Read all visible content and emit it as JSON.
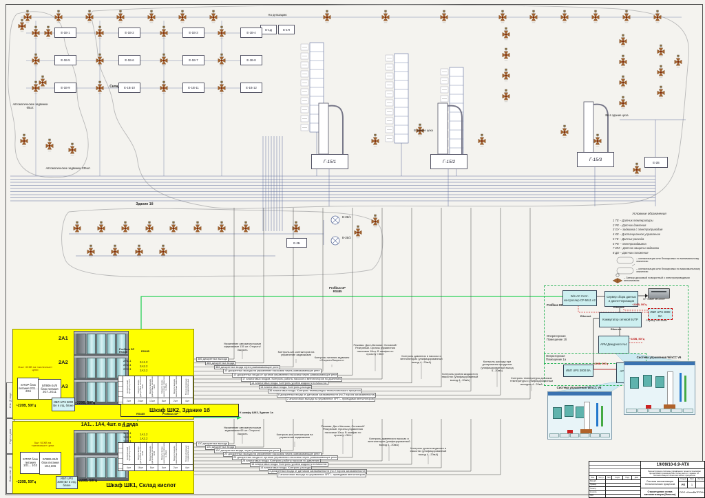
{
  "frame": {
    "stamps": [
      "Инв. № подл.",
      "Подп. и дата",
      "Взам. инв. №"
    ]
  },
  "schematic": {
    "labels": {
      "sklad": "Склад кислот",
      "zdanie1b": "Здание 1б",
      "valves65": "Автоматические задвижки 65шт.",
      "valves135": "Автоматические задвижки 135шт.",
      "degas": "На дегазацию",
      "to_building": "В здание цеха",
      "to_building2": "Вв в здание цеха"
    },
    "tanks": [
      "Г-15/1",
      "Г-15/2",
      "Г-15/3"
    ],
    "vessels": [
      "Е-1Д",
      "Е-1П",
      "Е-2В",
      "Е-2Б"
    ],
    "vessel_grid_prefix": "Е-1В-",
    "pumps": [
      "В-2Б/1",
      "В-2Б/2"
    ],
    "profibus_top": "Profibus DP",
    "rs485_top": "RS485",
    "legend": {
      "title": "Условные обозначения",
      "items": [
        "1 ТЕ – Датчик температуры",
        "2 РЕ – Датчик давления",
        "3 GУ – задвижка с электроприводом",
        "4 КЕ – Дистанционное управление",
        "5 ГЕ – Датчик расхода",
        "6 РЕ – электрозадвижка",
        "7 ИМ – Датчик защиты задвижки",
        "8 ДЕ – Датчик положения"
      ],
      "min_note": "– сигнализация или блокировка по минимальному значению",
      "max_note": "– сигнализация или блокировка по максимальному значению",
      "valve_note": "– Затвор дисковый поворотный с электроприводным механизмом"
    }
  },
  "cabinet2": {
    "racks": [
      "2А1",
      "2А2",
      "2А3"
    ],
    "note": "11шт ЧСКВ на «железные» цепи",
    "psu1": "SITOP блок питания 2G1... 2G6",
    "psu2": "БП906-24/8 блок питания 2G7..2G11",
    "ups": "ИБП UPS 5000 ВА в отд. блоке",
    "power1": "~220В, 50Гц",
    "power2": "~220В, 50Гц",
    "title": "Шкаф ШК2, Здание 1б",
    "bus": {
      "rs485": "RS485",
      "profibus": "Profibus DP",
      "to_shk3": "К шкафу ШК3, Здание 1а"
    },
    "table": {
      "hdr_profibus": "Profibus DP RS485",
      "hdr_rs485": "RS485",
      "links_a": [
        "2А1.1",
        "2А2.1",
        "2А3.1"
      ],
      "links_b": [
        "2А1.2",
        "2А2.2",
        "2А3.2"
      ],
      "columns": [
        "Центральный процессор CPU",
        "Модули ввода дискретных сигналов =24В",
        "Модули вывода дискретных сигналов =24В",
        "Модули ввода аналоговых сигналов 4..20мА",
        "Модули вывода аналоговых сигналов",
        "Блоки клеммные соединительные"
      ],
      "counts": [
        "2шт",
        "24шт",
        "12шт",
        "8шт",
        "2шт",
        "4шт"
      ]
    },
    "signals": [
      "386 дискретных выхода",
      "386 дискретных входа",
      "386 дискретных входа через развязывающие реле",
      "10 дискретных выхода на управление насосами через развязывающие реле",
      "10 дискретных входа от органов управления насосами через развязывающие реле",
      "17 аналоговых входов. Контроль работы насосов и вентиляторов по давлению",
      "14 аналоговых входа. Контроль уровня жидкости в емкостях",
      "14 аналоговых входа. Контроль расхода",
      "36 аналоговых входа. Контроль температуры технологического процесса",
      "8 дискретных входа от датчиков загазованности (по 2 порога загазованности)",
      "2 аналоговых выхода на управление ЧРП – приводами вентиляторов"
    ],
    "notes": [
      "Управление автоматическими задвижками 135 шт. Открыть/Закрыть",
      "Контроль кат. контакторов на управление задвижками",
      "Контроль питания задвижек «Открыто/Закрыто»",
      "Режимы: Дист./Автомат, Основной/Резервный. Органы управления насосами 10шт. В шкафах по проекту «ЭМ»",
      "Контроль давления в насосах и вентиляторах (унифицированный выход 4...20мА)",
      "Контроль уровня жидкости в емкостях (унифицированный выход 4...20мА)",
      "Контроль расхода при дозировании продуктов (унифицированный выход 4...20мА)",
      "Контроль температуры датчиков температуры с унифицированным выходом 4...20мА"
    ]
  },
  "cabinet1": {
    "title_top": "1А1... 1А4, 4шт. в 4 ряда",
    "note": "5шт ЧСКВ на «железные» цепи",
    "psu1": "SITOP блок питания 1G1... 1G3",
    "psu2": "БП906-24/8 блок питания 1G4,1G6",
    "ups": "ИБП UPS 3000 ВА в отд. блоке",
    "power1": "~220В, 50Гц",
    "power2": "~220В, 50Гц",
    "title": "Шкаф ШК1, Склад кислот",
    "bus": {
      "rs485": "RS485"
    },
    "table": {
      "hdr_rs485": "RS485",
      "links_a": [
        "1А1.1",
        "1А2.1",
        "1А3.1",
        "1А4.1"
      ],
      "links_b": [
        "1А1.2",
        "1А2.2",
        "1А3.2",
        "1А4.2"
      ],
      "columns": [
        "Центральный процессор CPU",
        "Модули ввода дискретных сигналов =24В",
        "Модули вывода дискретных сигналов =24В",
        "Модули ввода аналоговых сигналов 4..20мА",
        "Модули вывода аналоговых сигналов",
        "Блоки клеммные соединительные"
      ],
      "counts": [
        "4шт",
        "16шт",
        "8шт",
        "6шт",
        "2шт",
        "4шт"
      ]
    },
    "signals": [
      "130 дискретных выхода",
      "130 дискретных входа",
      "130 дискретных входа, через развязывающие реле",
      "20 дискретных выхода на управление насосами через развязывающие реле",
      "20 дискретных входа от органов управления насосами через развязывающие реле",
      "28 аналоговых входа. Контроль работы насосов по давлению",
      "16 аналоговых входа. Контроль уровня жидкости в емкостях",
      "14 аналоговых входа. Контроль расхода",
      "4 дискретных входа от датчиков загазованности (по 2 порога загазованности)",
      "2 аналоговых выхода на управление ЧРП – приводами вентиляторов"
    ],
    "notes": [
      "Управление автоматическими задвижками 65 шт. Открыть/Закрыть",
      "Контроль кат. контакторов на управление задвижками",
      "Режимы: Дист./Автомат, Основной/Резервный. Органы управления насосами 10шт. В шкафах по проекту «ЭМ»",
      "Контроль давления в насосах и вентиляторах (унифицированный выход 4...20мА)",
      "Контроль уровня жидкости в емкостях (унифицированный выход 4...20мА)"
    ]
  },
  "network": {
    "profibus": "Profibus DP",
    "room1b": "Операторская Помещение 1б",
    "room1a": "Операторская Помещение 1а",
    "winac": "Win AC Слот-контроллер CP-5611 A2",
    "server": "Сервер сбора данных и диспетчеризации",
    "printer": "HP «Laser Jet 2200»",
    "ups1": "ИБП UPS 3000 ВА",
    "server_group": "Сервер системы",
    "switch": "Коммутатор сетевой 5UTP",
    "arm1": "АРМ Дежурного №1",
    "ups2": "ИБП UPS 3000 ВА",
    "arm2": "АРМ Дежурного №2",
    "ethernet": "Ethernet",
    "power": "~220В, 50Гц",
    "wincc": "Система управления WinCC V6"
  },
  "titleblock": {
    "doc": "19/09/10-6.9-АТХ",
    "desc": "Реконструкция системы управления технологическими процессами производства. Склад кислот, здание 1б. Автоматизация технологических процессов",
    "object": "Системы автоматизации технологических процессов",
    "sheet_name": "Структурная схема автоматизации (Начало)",
    "company": "ООО «ИнноВаТРОН»",
    "stage_hdr": [
      "Стадия",
      "Лист",
      "Листов"
    ],
    "stage": "РП",
    "sheet": "1",
    "cols": [
      "Изм.",
      "Кол.уч.",
      "Лист",
      "№док.",
      "Подп.",
      "Дата"
    ],
    "roles": [
      "Разраб.",
      "Провер.",
      "Т.контр.",
      "Н.контр.",
      "ГИП"
    ]
  }
}
